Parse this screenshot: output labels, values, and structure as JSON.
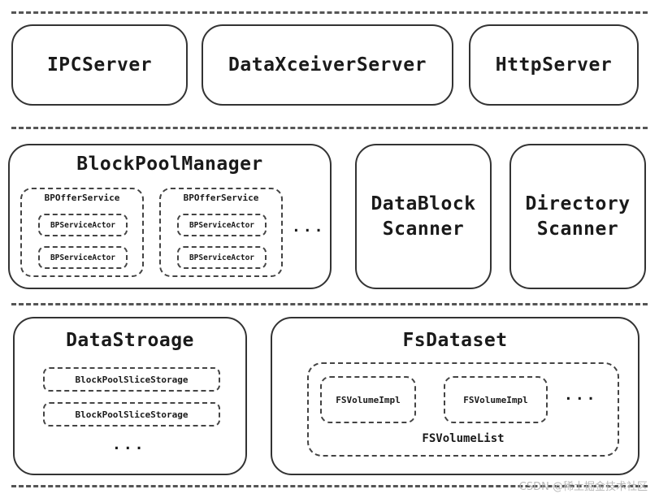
{
  "top_row": {
    "ipc_server": "IPCServer",
    "dataxceiver_server": "DataXceiverServer",
    "http_server": "HttpServer"
  },
  "middle_row": {
    "block_pool_manager": {
      "title": "BlockPoolManager",
      "offer_services": [
        {
          "title": "BPOfferService",
          "actors": [
            "BPServiceActor",
            "BPServiceActor"
          ]
        },
        {
          "title": "BPOfferService",
          "actors": [
            "BPServiceActor",
            "BPServiceActor"
          ]
        }
      ],
      "ellipsis": "..."
    },
    "datablock_scanner": {
      "line1": "DataBlock",
      "line2": "Scanner"
    },
    "directory_scanner": {
      "line1": "Directory",
      "line2": "Scanner"
    }
  },
  "bottom_row": {
    "data_storage": {
      "title": "DataStroage",
      "items": [
        "BlockPoolSliceStorage",
        "BlockPoolSliceStorage"
      ],
      "ellipsis": "..."
    },
    "fs_dataset": {
      "title": "FsDataset",
      "volume_list_label": "FSVolumeList",
      "volumes": [
        "FSVolumeImpl",
        "FSVolumeImpl"
      ],
      "ellipsis": "..."
    }
  },
  "watermark": "CSDN @稀土掘金技术社区"
}
